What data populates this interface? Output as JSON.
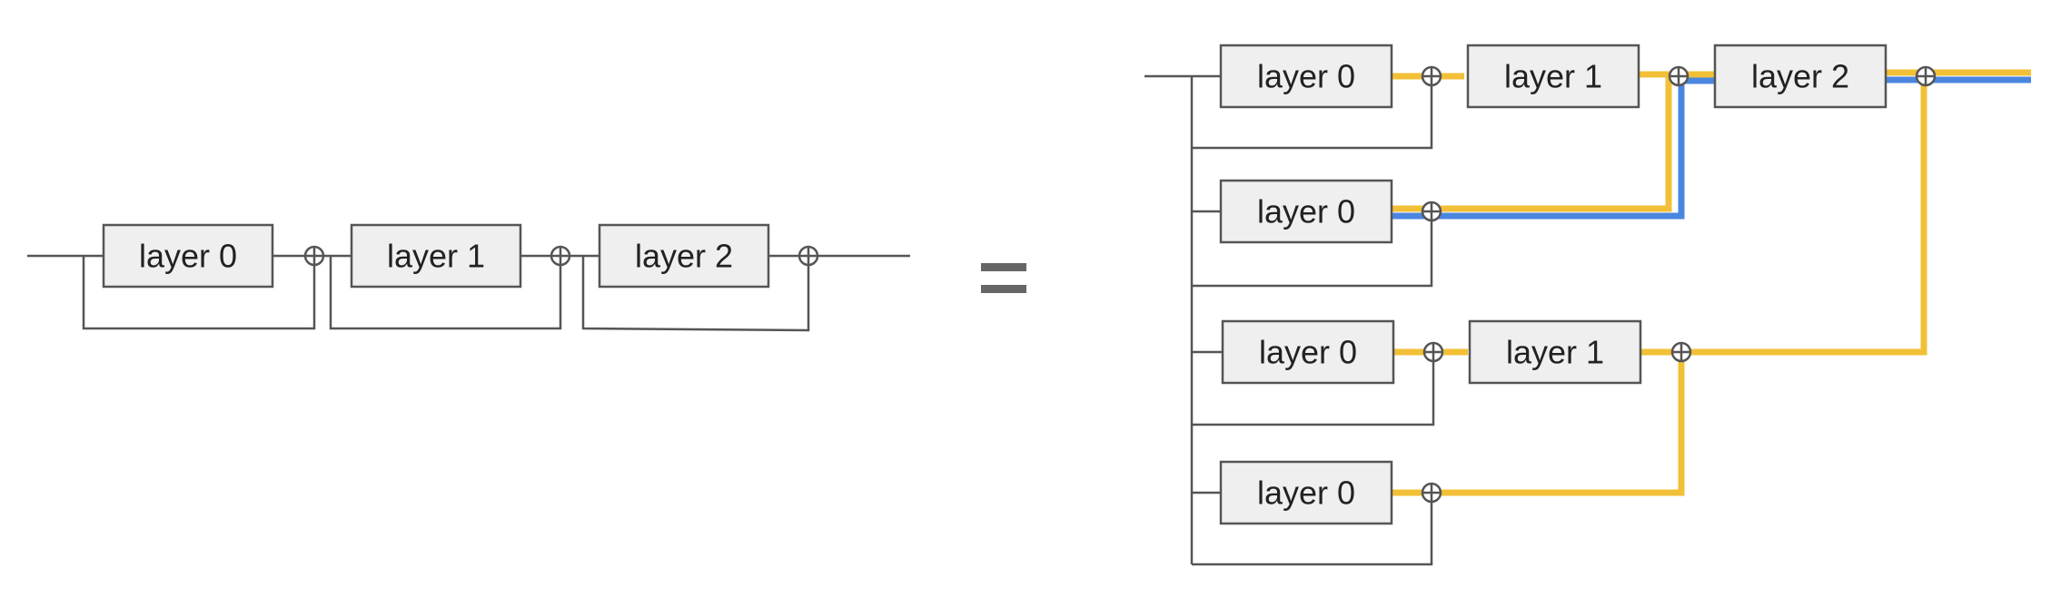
{
  "left_diagram": {
    "blocks": [
      {
        "label": "layer 0"
      },
      {
        "label": "layer 1"
      },
      {
        "label": "layer 2"
      }
    ]
  },
  "equals_symbol": "=",
  "right_diagram": {
    "blocks": [
      {
        "label": "layer 0"
      },
      {
        "label": "layer 1"
      },
      {
        "label": "layer 2"
      },
      {
        "label": "layer 0"
      },
      {
        "label": "layer 0"
      },
      {
        "label": "layer 1"
      },
      {
        "label": "layer 0"
      }
    ]
  },
  "colors": {
    "path_highlight_1": "#F2C037",
    "path_highlight_2": "#4A86E0",
    "block_fill": "#EFEFEF",
    "line": "#555555"
  }
}
